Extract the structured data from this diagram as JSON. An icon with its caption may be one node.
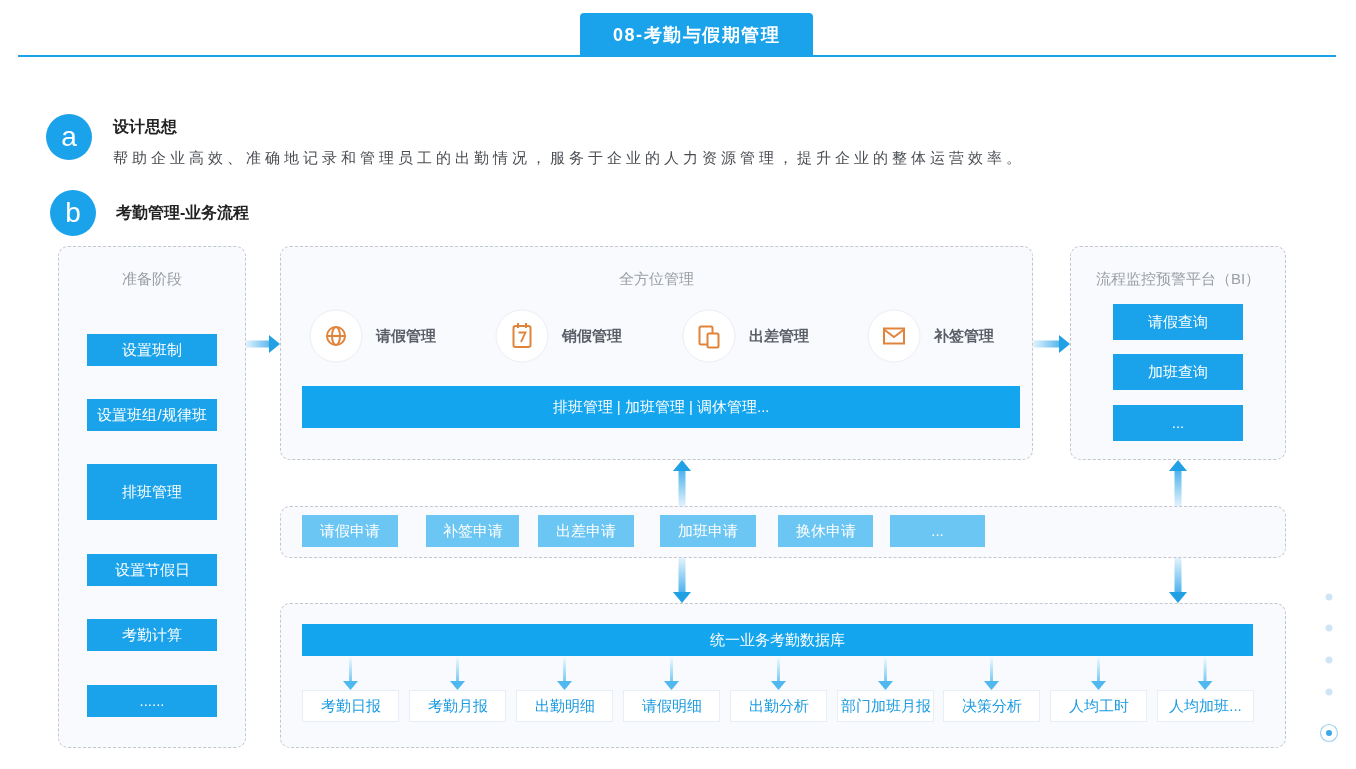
{
  "diagram": {
    "title": "08-考勤与假期管理",
    "nodes": [
      {
        "text": [
          "准备阶段"
        ]
      },
      {
        "text": [
          "设置班制"
        ],
        "in": 0
      },
      {
        "text": [
          "设置班组/规律班"
        ],
        "in": 0
      },
      {
        "text": [
          "排班管理"
        ],
        "in": 0
      },
      {
        "text": [
          "设置节假日"
        ],
        "in": 0
      },
      {
        "text": [
          "考勤计算"
        ],
        "in": 0
      },
      {
        "text": [
          "......"
        ],
        "in": 0
      },
      {
        "text": [
          "全方位管理"
        ]
      },
      {
        "text": [
          "请假管理"
        ],
        "in": 7
      },
      {
        "text": [
          "销假管理"
        ],
        "in": 7
      },
      {
        "text": [
          "出差管理"
        ],
        "in": 7
      },
      {
        "text": [
          "补签管理"
        ],
        "in": 7
      },
      {
        "text": [
          "排班管理 | 加班管理 | 调休管理..."
        ],
        "in": 7
      },
      {
        "text": [
          "流程监控预警平台（BI）"
        ]
      },
      {
        "text": [
          "请假查询"
        ],
        "in": 13
      },
      {
        "text": [
          "加班查询"
        ],
        "in": 13
      },
      {
        "text": [
          "..."
        ],
        "in": 13
      },
      {
        "text": [],
        "shape": "box"
      },
      {
        "text": [
          "请假申请"
        ],
        "in": 17
      },
      {
        "text": [
          "补签申请"
        ],
        "in": 17
      },
      {
        "text": [
          "出差申请"
        ],
        "in": 17
      },
      {
        "text": [
          "加班申请"
        ],
        "in": 17
      },
      {
        "text": [
          "换休申请"
        ],
        "in": 17
      },
      {
        "text": [
          "..."
        ],
        "in": 17
      },
      {
        "text": [],
        "shape": "box"
      },
      {
        "text": [
          "统一业务考勤数据库"
        ],
        "in": 24
      },
      {
        "text": [
          "考勤日报"
        ],
        "in": 24
      },
      {
        "text": [
          "考勤月报"
        ],
        "in": 24
      },
      {
        "text": [
          "出勤明细"
        ],
        "in": 24
      },
      {
        "text": [
          "请假明细"
        ],
        "in": 24
      },
      {
        "text": [
          "出勤分析"
        ],
        "in": 24
      },
      {
        "text": [
          "部门加班月报"
        ],
        "in": 24
      },
      {
        "text": [
          "决策分析"
        ],
        "in": 24
      },
      {
        "text": [
          "人均工时"
        ],
        "in": 24
      },
      {
        "text": [
          "人均加班..."
        ],
        "in": 24
      }
    ],
    "edges": [
      {
        "from": 0,
        "to": 7,
        "arrow": "to"
      },
      {
        "from": 7,
        "to": 13,
        "arrow": "to"
      },
      {
        "from": 17,
        "to": 7,
        "arrow": "to"
      },
      {
        "from": 17,
        "to": 13,
        "arrow": "to"
      },
      {
        "from": 17,
        "to": 24,
        "arrow": "to"
      },
      {
        "from": 17,
        "to": 24,
        "arrow": "to"
      },
      {
        "from": 25,
        "to": 26,
        "arrow": "to"
      },
      {
        "from": 25,
        "to": 27,
        "arrow": "to"
      },
      {
        "from": 25,
        "to": 28,
        "arrow": "to"
      },
      {
        "from": 25,
        "to": 29,
        "arrow": "to"
      },
      {
        "from": 25,
        "to": 30,
        "arrow": "to"
      },
      {
        "from": 25,
        "to": 31,
        "arrow": "to"
      },
      {
        "from": 25,
        "to": 32,
        "arrow": "to"
      },
      {
        "from": 25,
        "to": 33,
        "arrow": "to"
      },
      {
        "from": 25,
        "to": 34,
        "arrow": "to"
      }
    ],
    "labels": [
      "a",
      "设计思想",
      "帮助企业高效、准确地记录和管理员工的出勤情况，服务于企业的人力资源管理，提升企业的整体运营效率。",
      "b",
      "考勤管理-业务流程"
    ]
  }
}
